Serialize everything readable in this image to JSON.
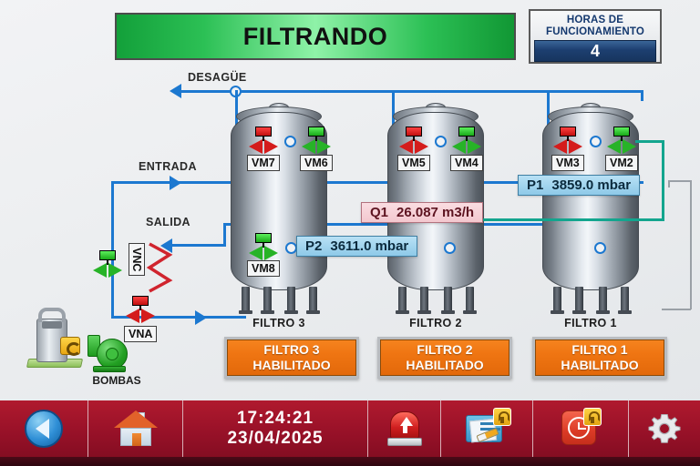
{
  "header": {
    "status_banner": "FILTRANDO",
    "hours_label_line1": "HORAS DE",
    "hours_label_line2": "FUNCIONAMIENTO",
    "hours_value": "4",
    "banner_color": "#2cc055",
    "hours_value_color": "#1d3f70"
  },
  "flow_labels": {
    "drain": "DESAGÜE",
    "inlet": "ENTRADA",
    "outlet": "SALIDA",
    "pumps": "BOMBAS"
  },
  "valves": [
    {
      "tag": "VM7",
      "state": "closed",
      "color": "#d41c1c"
    },
    {
      "tag": "VM6",
      "state": "open",
      "color": "#27b327"
    },
    {
      "tag": "VM5",
      "state": "closed",
      "color": "#d41c1c"
    },
    {
      "tag": "VM4",
      "state": "open",
      "color": "#27b327"
    },
    {
      "tag": "VM3",
      "state": "closed",
      "color": "#d41c1c"
    },
    {
      "tag": "VM2",
      "state": "open",
      "color": "#27b327"
    },
    {
      "tag": "VM8",
      "state": "open",
      "color": "#27b327"
    },
    {
      "tag": "VNC",
      "state": "open",
      "color": "#27b327"
    },
    {
      "tag": "VNA",
      "state": "closed",
      "color": "#d41c1c"
    }
  ],
  "readouts": [
    {
      "key": "P1",
      "value": "3859.0 mbar",
      "style": "blue"
    },
    {
      "key": "P2",
      "value": "3611.0 mbar",
      "style": "blue"
    },
    {
      "key": "Q1",
      "value": "26.087 m3/h",
      "style": "pink"
    }
  ],
  "filters": [
    {
      "caption": "FILTRO 3",
      "btn_line1": "FILTRO 3",
      "btn_line2": "HABILITADO"
    },
    {
      "caption": "FILTRO 2",
      "btn_line1": "FILTRO 2",
      "btn_line2": "HABILITADO"
    },
    {
      "caption": "FILTRO 1",
      "btn_line1": "FILTRO 1",
      "btn_line2": "HABILITADO"
    }
  ],
  "toolbar": {
    "back_icon": "back-arrow-icon",
    "home_icon": "home-icon",
    "time": "17:24:21",
    "date": "23/04/2025",
    "alarm_icon": "alarm-beacon-icon",
    "settings_files_icon": "folder-wrench-icon",
    "schedule_icon": "clock-icon",
    "gear_icon": "gear-icon",
    "lock_icon": "padlock-icon",
    "bar_color": "#981128"
  }
}
